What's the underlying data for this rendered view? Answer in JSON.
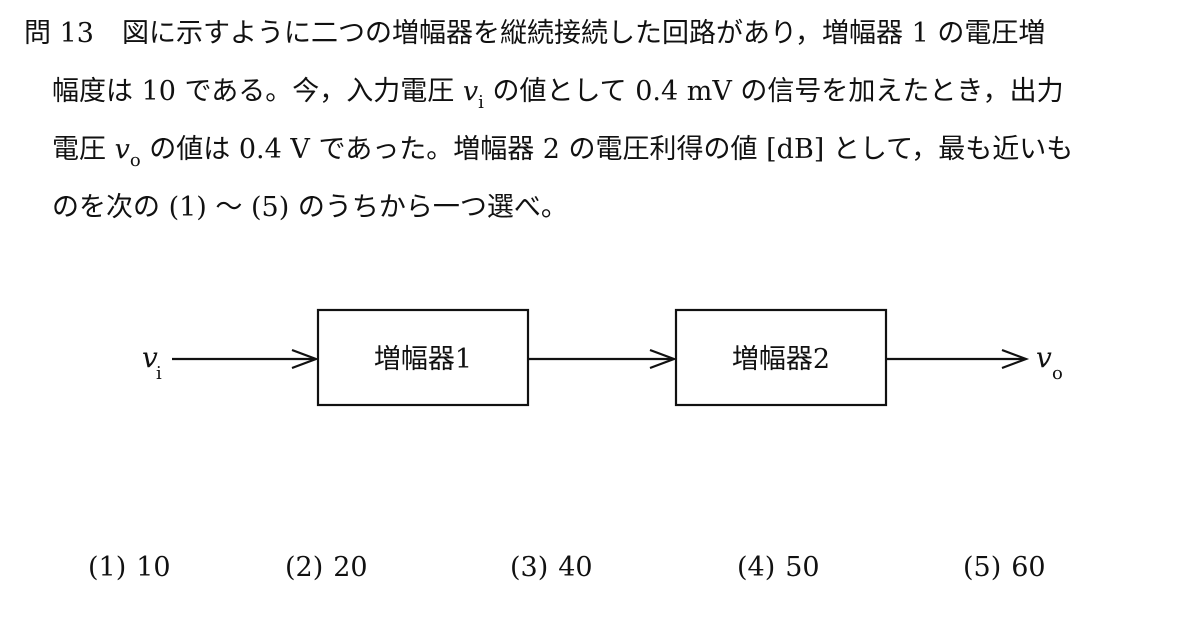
{
  "question": {
    "number": "問 13",
    "line1": "図に示すように二つの増幅器を縦続接続した回路があり，増幅器 1 の電圧増",
    "line2_a": "幅度は 10 である。今，入力電圧 ",
    "line2_var": "v",
    "line2_sub": "i",
    "line2_b": " の値として 0.4 mV の信号を加えたとき，出力",
    "line3_a": "電圧 ",
    "line3_var": "v",
    "line3_sub": "o",
    "line3_b": " の値は 0.4 V であった。増幅器 2 の電圧利得の値 [dB] として，最も近いも",
    "line4": "のを次の (1) ～ (5) のうちから一つ選べ。"
  },
  "diagram": {
    "input_var": "v",
    "input_sub": "i",
    "output_var": "v",
    "output_sub": "o",
    "amp1_label": "増幅器1",
    "amp2_label": "増幅器2"
  },
  "choices": [
    {
      "num": "(1)",
      "value": "10"
    },
    {
      "num": "(2)",
      "value": "20"
    },
    {
      "num": "(3)",
      "value": "40"
    },
    {
      "num": "(4)",
      "value": "50"
    },
    {
      "num": "(5)",
      "value": "60"
    }
  ]
}
